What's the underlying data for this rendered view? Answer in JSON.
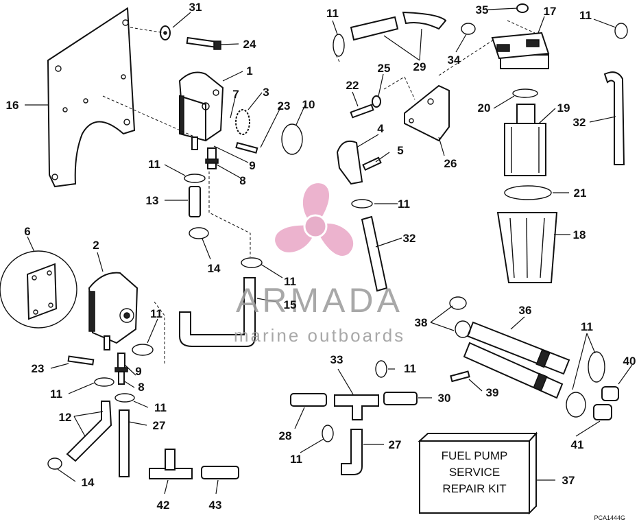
{
  "diagram": {
    "callouts": [
      {
        "id": "31",
        "text": "31"
      },
      {
        "id": "24",
        "text": "24"
      },
      {
        "id": "16",
        "text": "16"
      },
      {
        "id": "1",
        "text": "1"
      },
      {
        "id": "7",
        "text": "7"
      },
      {
        "id": "3",
        "text": "3"
      },
      {
        "id": "23a",
        "text": "23"
      },
      {
        "id": "10",
        "text": "10"
      },
      {
        "id": "9a",
        "text": "9"
      },
      {
        "id": "8a",
        "text": "8"
      },
      {
        "id": "11a",
        "text": "11"
      },
      {
        "id": "13",
        "text": "13"
      },
      {
        "id": "14a",
        "text": "14"
      },
      {
        "id": "11b",
        "text": "11"
      },
      {
        "id": "15",
        "text": "15"
      },
      {
        "id": "6",
        "text": "6"
      },
      {
        "id": "2",
        "text": "2"
      },
      {
        "id": "11c",
        "text": "11"
      },
      {
        "id": "23b",
        "text": "23"
      },
      {
        "id": "9b",
        "text": "9"
      },
      {
        "id": "8b",
        "text": "8"
      },
      {
        "id": "11d",
        "text": "11"
      },
      {
        "id": "11e",
        "text": "11"
      },
      {
        "id": "12",
        "text": "12"
      },
      {
        "id": "27a",
        "text": "27"
      },
      {
        "id": "14b",
        "text": "14"
      },
      {
        "id": "42",
        "text": "42"
      },
      {
        "id": "43",
        "text": "43"
      },
      {
        "id": "11f",
        "text": "11"
      },
      {
        "id": "29",
        "text": "29"
      },
      {
        "id": "35",
        "text": "35"
      },
      {
        "id": "17",
        "text": "17"
      },
      {
        "id": "11g",
        "text": "11"
      },
      {
        "id": "34",
        "text": "34"
      },
      {
        "id": "25",
        "text": "25"
      },
      {
        "id": "22",
        "text": "22"
      },
      {
        "id": "20",
        "text": "20"
      },
      {
        "id": "19",
        "text": "19"
      },
      {
        "id": "32a",
        "text": "32"
      },
      {
        "id": "4",
        "text": "4"
      },
      {
        "id": "5",
        "text": "5"
      },
      {
        "id": "26",
        "text": "26"
      },
      {
        "id": "11h",
        "text": "11"
      },
      {
        "id": "21",
        "text": "21"
      },
      {
        "id": "32b",
        "text": "32"
      },
      {
        "id": "18",
        "text": "18"
      },
      {
        "id": "36",
        "text": "36"
      },
      {
        "id": "38",
        "text": "38"
      },
      {
        "id": "11i",
        "text": "11"
      },
      {
        "id": "33",
        "text": "33"
      },
      {
        "id": "11j",
        "text": "11"
      },
      {
        "id": "40",
        "text": "40"
      },
      {
        "id": "39",
        "text": "39"
      },
      {
        "id": "30",
        "text": "30"
      },
      {
        "id": "28",
        "text": "28"
      },
      {
        "id": "27b",
        "text": "27"
      },
      {
        "id": "11k",
        "text": "11"
      },
      {
        "id": "41",
        "text": "41"
      },
      {
        "id": "37",
        "text": "37"
      }
    ],
    "kit_box": {
      "line1": "FUEL PUMP",
      "line2": "SERVICE",
      "line3": "REPAIR KIT"
    },
    "figure_code": "PCA1444G"
  },
  "watermark": {
    "brand": "ARMADA",
    "tagline": "marine outboards",
    "logo_color": "#e9a6c6",
    "text_color": "#9a9a9a"
  }
}
